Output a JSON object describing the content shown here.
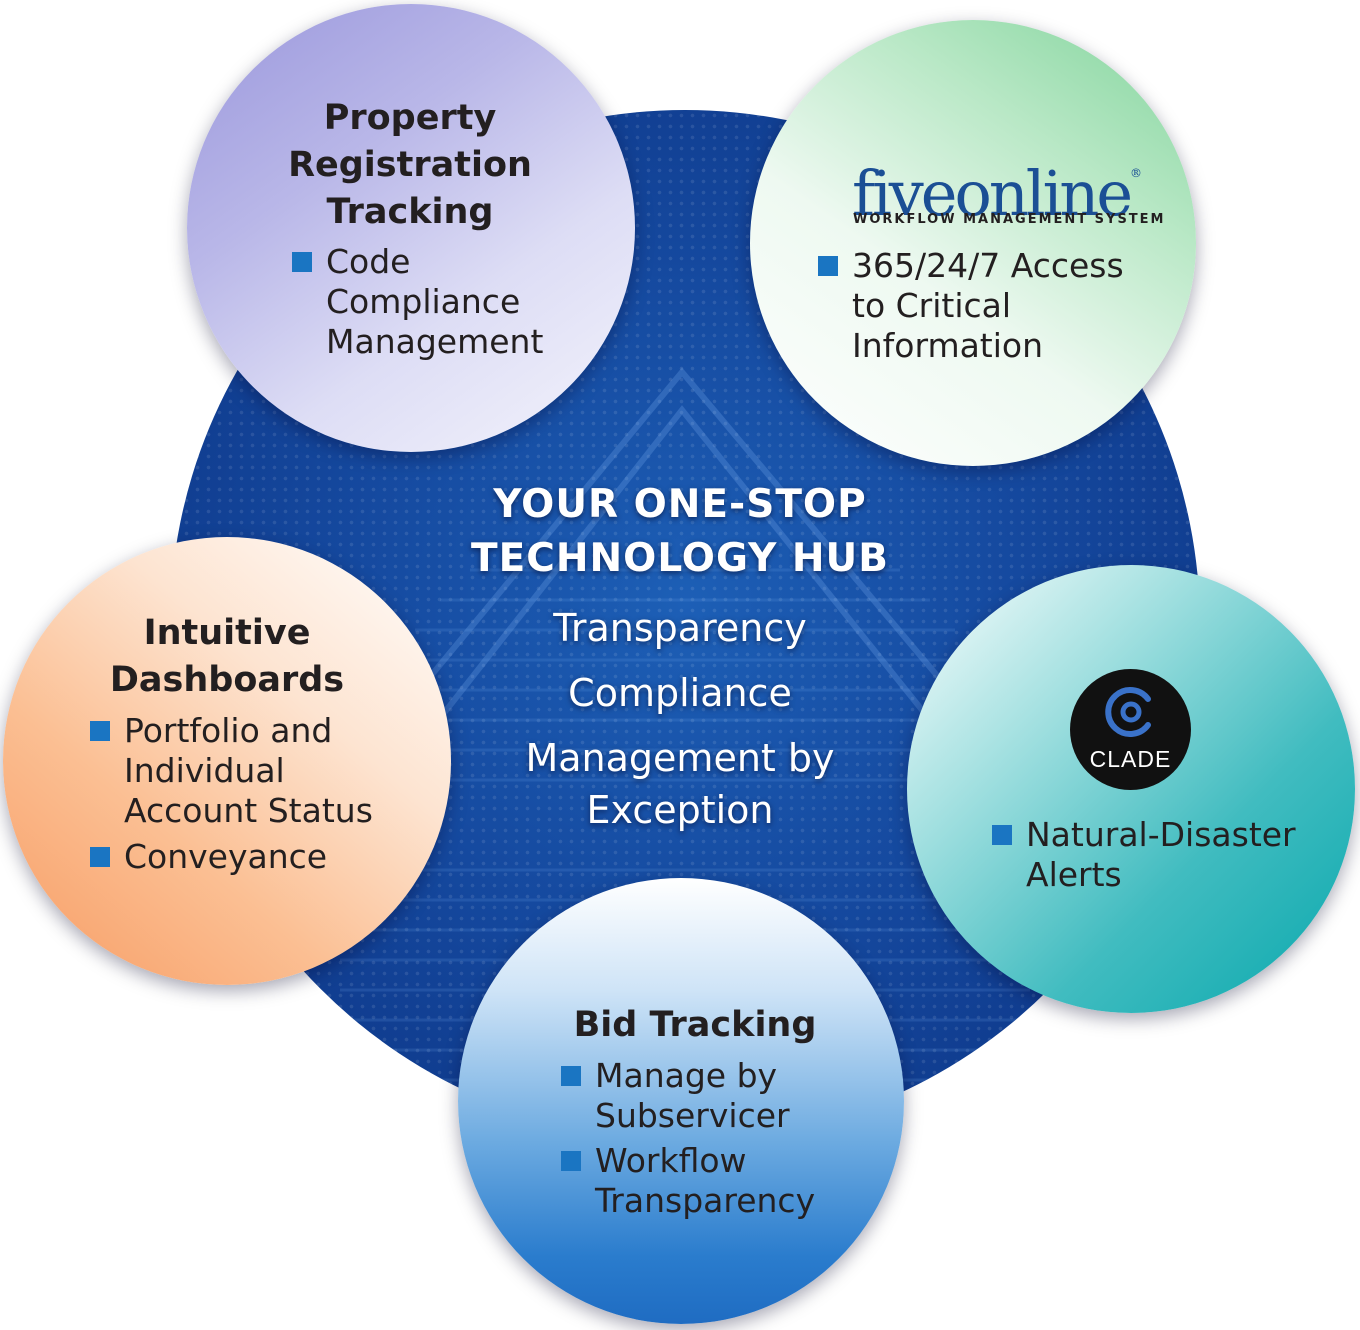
{
  "hub": {
    "title_line1": "YOUR ONE-STOP",
    "title_line2": "TECHNOLOGY HUB",
    "items": [
      "Transparency",
      "Compliance",
      "Management by\nException"
    ]
  },
  "property": {
    "heading": "Property\nRegistration\nTracking",
    "bullets": [
      "Code\nCompliance\nManagement"
    ]
  },
  "fiveonline": {
    "logo": "fiveonline",
    "registered": "®",
    "subtitle": "WORKFLOW MANAGEMENT SYSTEM",
    "bullets": [
      "365/24/7 Access\nto Critical\nInformation"
    ]
  },
  "dashboards": {
    "heading": "Intuitive\nDashboards",
    "bullets": [
      "Portfolio and\nIndividual\nAccount Status",
      "Conveyance"
    ]
  },
  "clade": {
    "logo_text": "CLADE",
    "bullets": [
      "Natural-Disaster\nAlerts"
    ]
  },
  "bid": {
    "heading": "Bid Tracking",
    "bullets": [
      "Manage by\nSubservicer",
      "Workflow\nTransparency"
    ]
  },
  "colors": {
    "hub_blue": "#15499f",
    "bullet_blue": "#1a75c2",
    "five_blue": "#1b4f95"
  }
}
